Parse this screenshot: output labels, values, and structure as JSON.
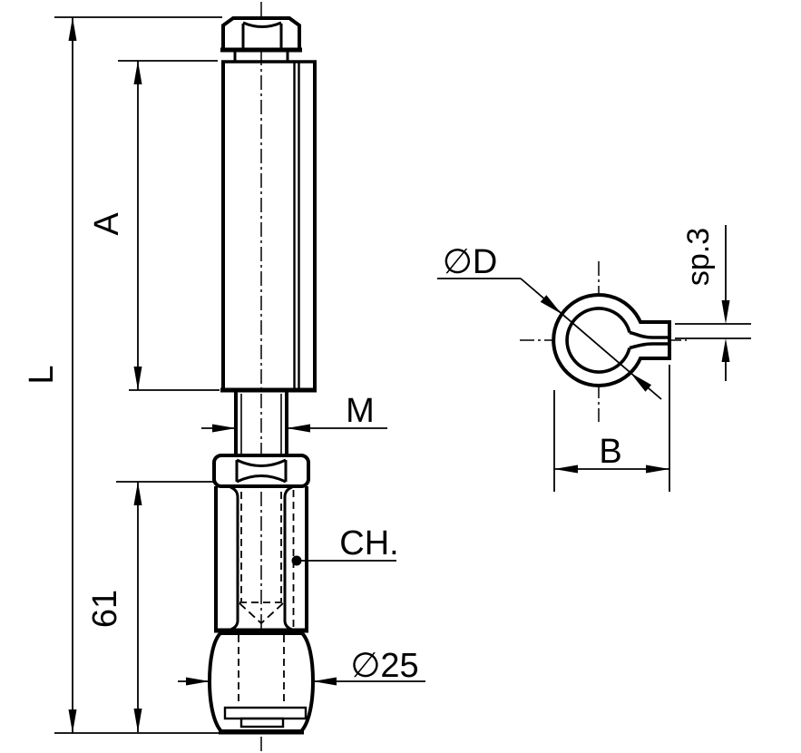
{
  "drawing": {
    "background": "#ffffff",
    "line_color": "#000000",
    "labels": {
      "overall_length": "L",
      "shaft_length": "A",
      "thread_size": "M",
      "lower_length": "61",
      "hex_wrench": "CH.",
      "foot_diameter": "∅25",
      "tube_diameter": "∅D",
      "sheet_thickness": "sp.3",
      "tab_width": "B"
    }
  }
}
